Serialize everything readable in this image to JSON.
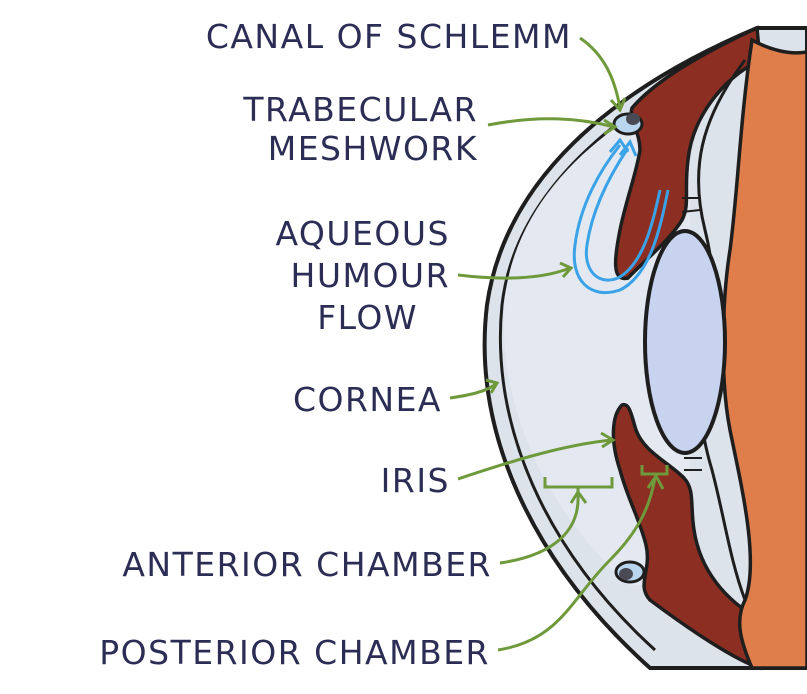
{
  "labels": {
    "canal": "CANAL OF SCHLEMM",
    "trabecular_1": "TRABECULAR",
    "trabecular_2": "MESHWORK",
    "aqueous_1": "AQUEOUS",
    "aqueous_2": "HUMOUR",
    "aqueous_3": "FLOW",
    "cornea": "CORNEA",
    "iris": "IRIS",
    "anterior": "ANTERIOR CHAMBER",
    "posterior": "POSTERIOR CHAMBER"
  },
  "colors": {
    "text": "#2b2d55",
    "arrow": "#6e9a3c",
    "outline": "#1e1e1e",
    "cornea": "#dde3ea",
    "chamber": "#e3e8f1",
    "iris": "#8c2f22",
    "body": "#df7d4b",
    "lens": "#c8d4ef",
    "flow": "#3aa3e8",
    "canal": "#b9d6ee"
  }
}
